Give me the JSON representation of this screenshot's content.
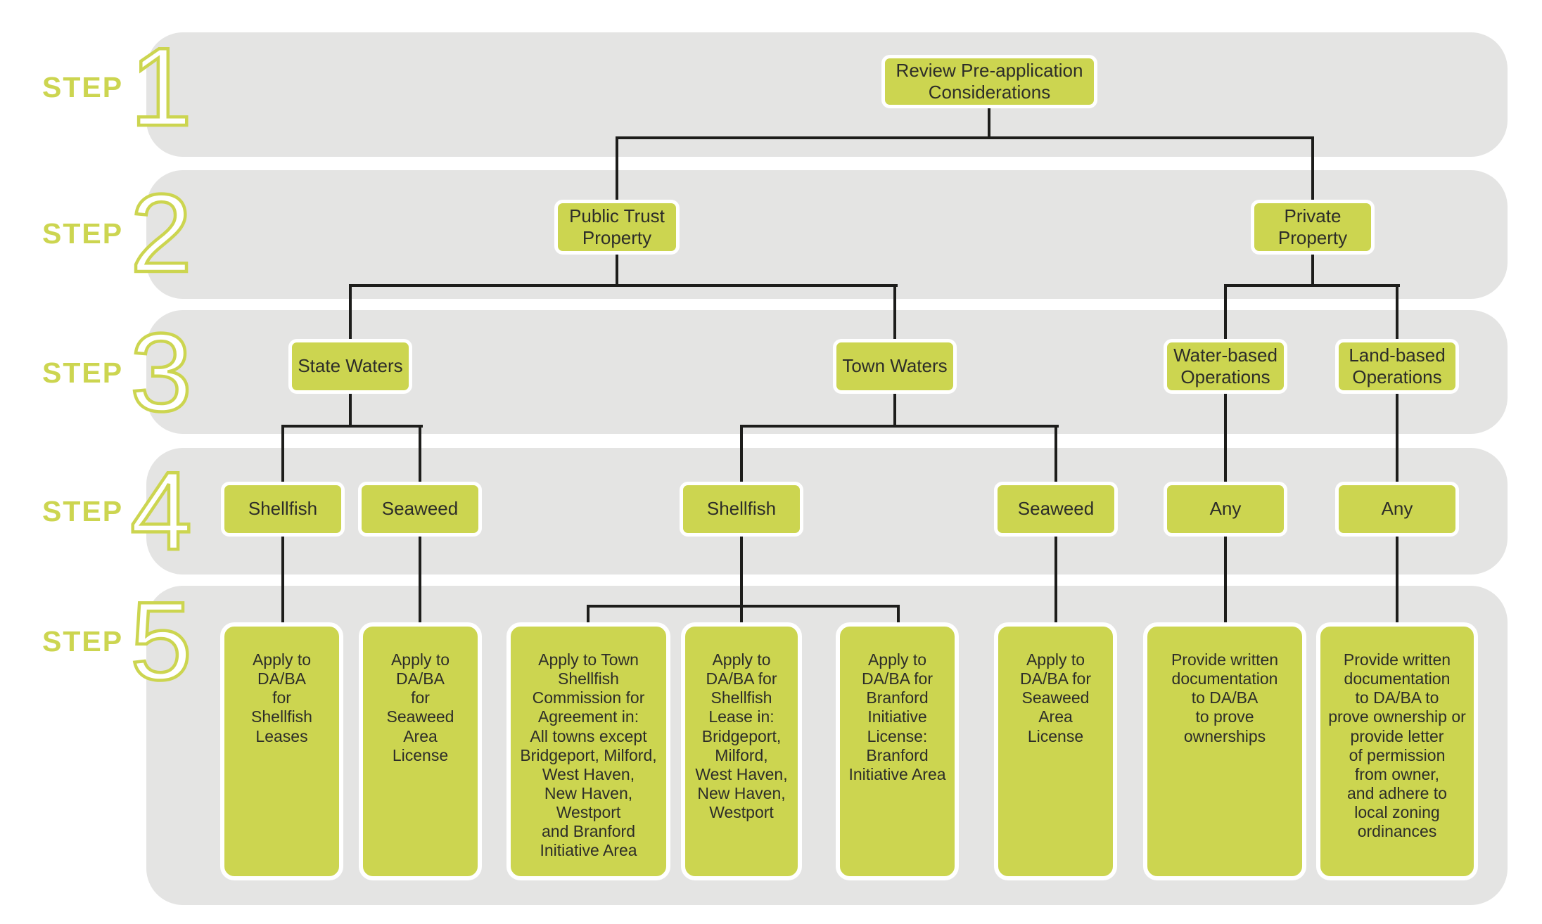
{
  "colors": {
    "node_fill": "#ccd550",
    "band_fill": "#e4e4e3",
    "accent_green": "#ccd550",
    "connector_line": "#1d1d1b",
    "node_text": "#2d2d29",
    "background": "#ffffff"
  },
  "steps": [
    {
      "label": "STEP",
      "number": "1",
      "nodes": [
        {
          "text": "Review Pre-application\nConsiderations"
        }
      ]
    },
    {
      "label": "STEP",
      "number": "2",
      "nodes": [
        {
          "text": "Public Trust\nProperty"
        },
        {
          "text": "Private\nProperty"
        }
      ]
    },
    {
      "label": "STEP",
      "number": "3",
      "nodes": [
        {
          "text": "State Waters"
        },
        {
          "text": "Town Waters"
        },
        {
          "text": "Water-based\nOperations"
        },
        {
          "text": "Land-based\nOperations"
        }
      ]
    },
    {
      "label": "STEP",
      "number": "4",
      "nodes": [
        {
          "text": "Shellfish"
        },
        {
          "text": "Seaweed"
        },
        {
          "text": "Shellfish"
        },
        {
          "text": "Seaweed"
        },
        {
          "text": "Any"
        },
        {
          "text": "Any"
        }
      ]
    },
    {
      "label": "STEP",
      "number": "5",
      "nodes": [
        {
          "text": "Apply to\nDA/BA\nfor\nShellfish\nLeases"
        },
        {
          "text": "Apply to\nDA/BA\nfor\nSeaweed\nArea\nLicense"
        },
        {
          "text": "Apply to Town\nShellfish\nCommission for\nAgreement in:\nAll towns except\nBridgeport, Milford,\nWest Haven,\nNew Haven,\nWestport\nand Branford\nInitiative Area"
        },
        {
          "text": "Apply to\nDA/BA for\nShellfish\nLease in:\nBridgeport,\nMilford,\nWest Haven,\nNew Haven,\nWestport"
        },
        {
          "text": "Apply to\nDA/BA for\nBranford\nInitiative\nLicense:\nBranford\nInitiative Area"
        },
        {
          "text": "Apply to\nDA/BA for\nSeaweed\nArea\nLicense"
        },
        {
          "text": "Provide written\ndocumentation\nto DA/BA\nto prove\nownerships"
        },
        {
          "text": "Provide written\ndocumentation\nto DA/BA to\nprove ownership or\nprovide letter\nof permission\nfrom owner,\nand adhere to\nlocal zoning\nordinances"
        }
      ]
    }
  ]
}
